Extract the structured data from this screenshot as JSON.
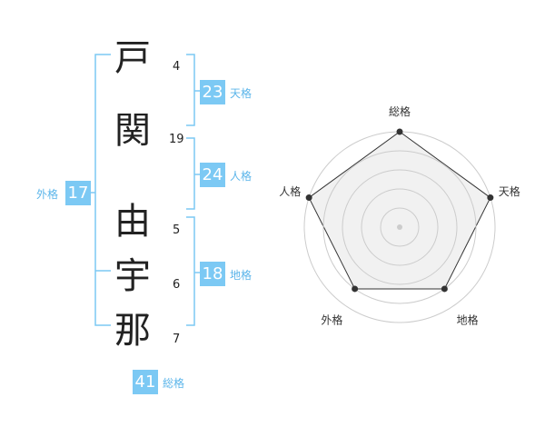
{
  "name": {
    "surname": [
      {
        "char": "戸",
        "strokes": "4"
      },
      {
        "char": "関",
        "strokes": "19"
      }
    ],
    "given": [
      {
        "char": "由",
        "strokes": "5"
      },
      {
        "char": "宇",
        "strokes": "6"
      },
      {
        "char": "那",
        "strokes": "7"
      }
    ]
  },
  "fortunes": {
    "tenkaku": {
      "value": "23",
      "label": "天格"
    },
    "jinkaku": {
      "value": "24",
      "label": "人格"
    },
    "chikaku": {
      "value": "18",
      "label": "地格"
    },
    "gaikaku": {
      "value": "17",
      "label": "外格"
    },
    "soukaku": {
      "value": "41",
      "label": "総格"
    }
  },
  "colors": {
    "accent": "#7cc9f4",
    "label_text": "#5bb5ea",
    "kanji_text": "#222222",
    "radar_fill": "#efefef",
    "radar_grid": "#cccccc",
    "radar_line": "#333333"
  },
  "chart_data": {
    "type": "radar",
    "axes": [
      "総格",
      "天格",
      "地格",
      "外格",
      "人格"
    ],
    "levels": 5,
    "values": [
      5,
      5,
      4,
      4,
      5
    ],
    "max": 5,
    "grid": true
  }
}
